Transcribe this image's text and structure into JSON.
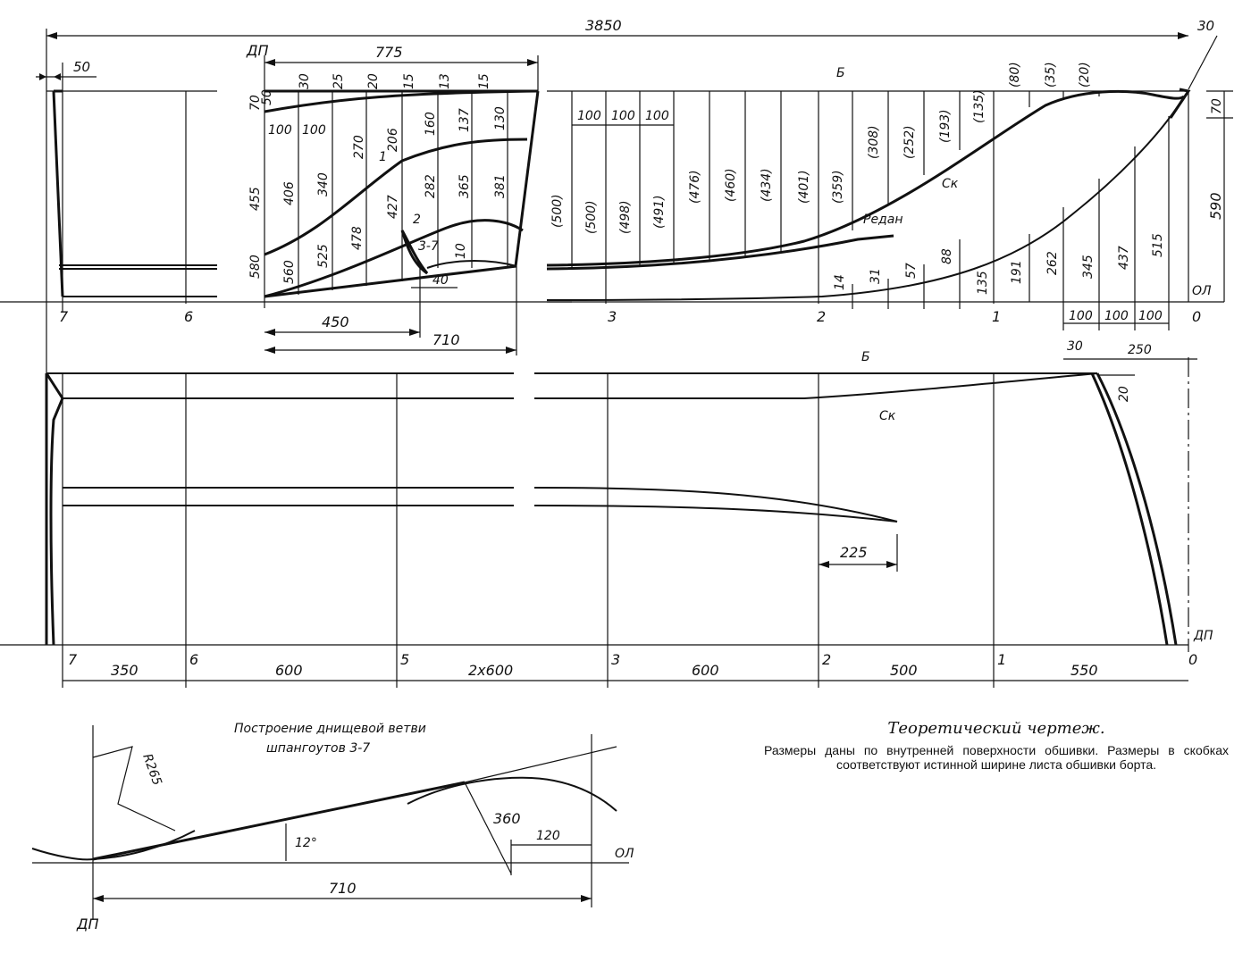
{
  "caption": {
    "title": "Теоретический чертеж.",
    "note": "Размеры даны по внутренней поверхности обшивки. Размеры в скобках соответствуют истинной ширине листа обшивки борта."
  },
  "construction": {
    "title_line1": "Построение днищевой ветви",
    "title_line2": "шпангоутов 3-7",
    "radius_small": "R265",
    "radius_large": "360",
    "angle": "12°",
    "offset": "120",
    "length": "710",
    "baseline": "ОЛ",
    "centerline": "ДП"
  },
  "labels": {
    "overall_length": "3850",
    "bow_rake": "30",
    "transom_50": "50",
    "body_width": "775",
    "dp": "ДП",
    "ol": "ОЛ",
    "b": "Б",
    "sk": "Ск",
    "redan": "Редан",
    "curve1": "1",
    "curve2": "2",
    "curve37": "3-7",
    "body_70": "70",
    "body_455": "455",
    "body_580": "580",
    "body_450": "450",
    "body_710": "710",
    "body_40": "40",
    "body_10": "10",
    "prof_70": "70",
    "prof_590": "590",
    "plan_30": "30",
    "plan_250": "250",
    "plan_20": "20",
    "plan_225": "225"
  },
  "body_top_dims": [
    "50",
    "30",
    "25",
    "20",
    "15",
    "13",
    "15"
  ],
  "body_upper_dims": [
    "100",
    "100",
    "270",
    "206",
    "160",
    "137",
    "130"
  ],
  "body_mid_dims": [
    "406",
    "340",
    "1",
    "427",
    "282",
    "365",
    "381"
  ],
  "body_low_dims": [
    "560",
    "525",
    "478",
    "2"
  ],
  "profile_top_dims": [
    "(80)",
    "(35)",
    "(20)"
  ],
  "profile_step_dims": [
    "100",
    "100",
    "100"
  ],
  "profile_side_dims": [
    "(500)",
    "(500)",
    "(498)",
    "(491)",
    "(476)",
    "(460)",
    "(434)",
    "(401)",
    "(359)",
    "(308)",
    "(252)",
    "(193)",
    "(135)"
  ],
  "profile_bottom_dims": [
    "14",
    "31",
    "57",
    "88",
    "135",
    "191",
    "262",
    "345",
    "437",
    "515"
  ],
  "profile_base_steps": [
    "100",
    "100",
    "100"
  ],
  "profile_stations": [
    "3",
    "2",
    "1",
    "0"
  ],
  "body_stations": [
    "7",
    "6"
  ],
  "plan_stations": [
    "7",
    "6",
    "5",
    "3",
    "2",
    "1",
    "0"
  ],
  "plan_spacings": [
    "350",
    "600",
    "2x600",
    "600",
    "500",
    "550"
  ]
}
